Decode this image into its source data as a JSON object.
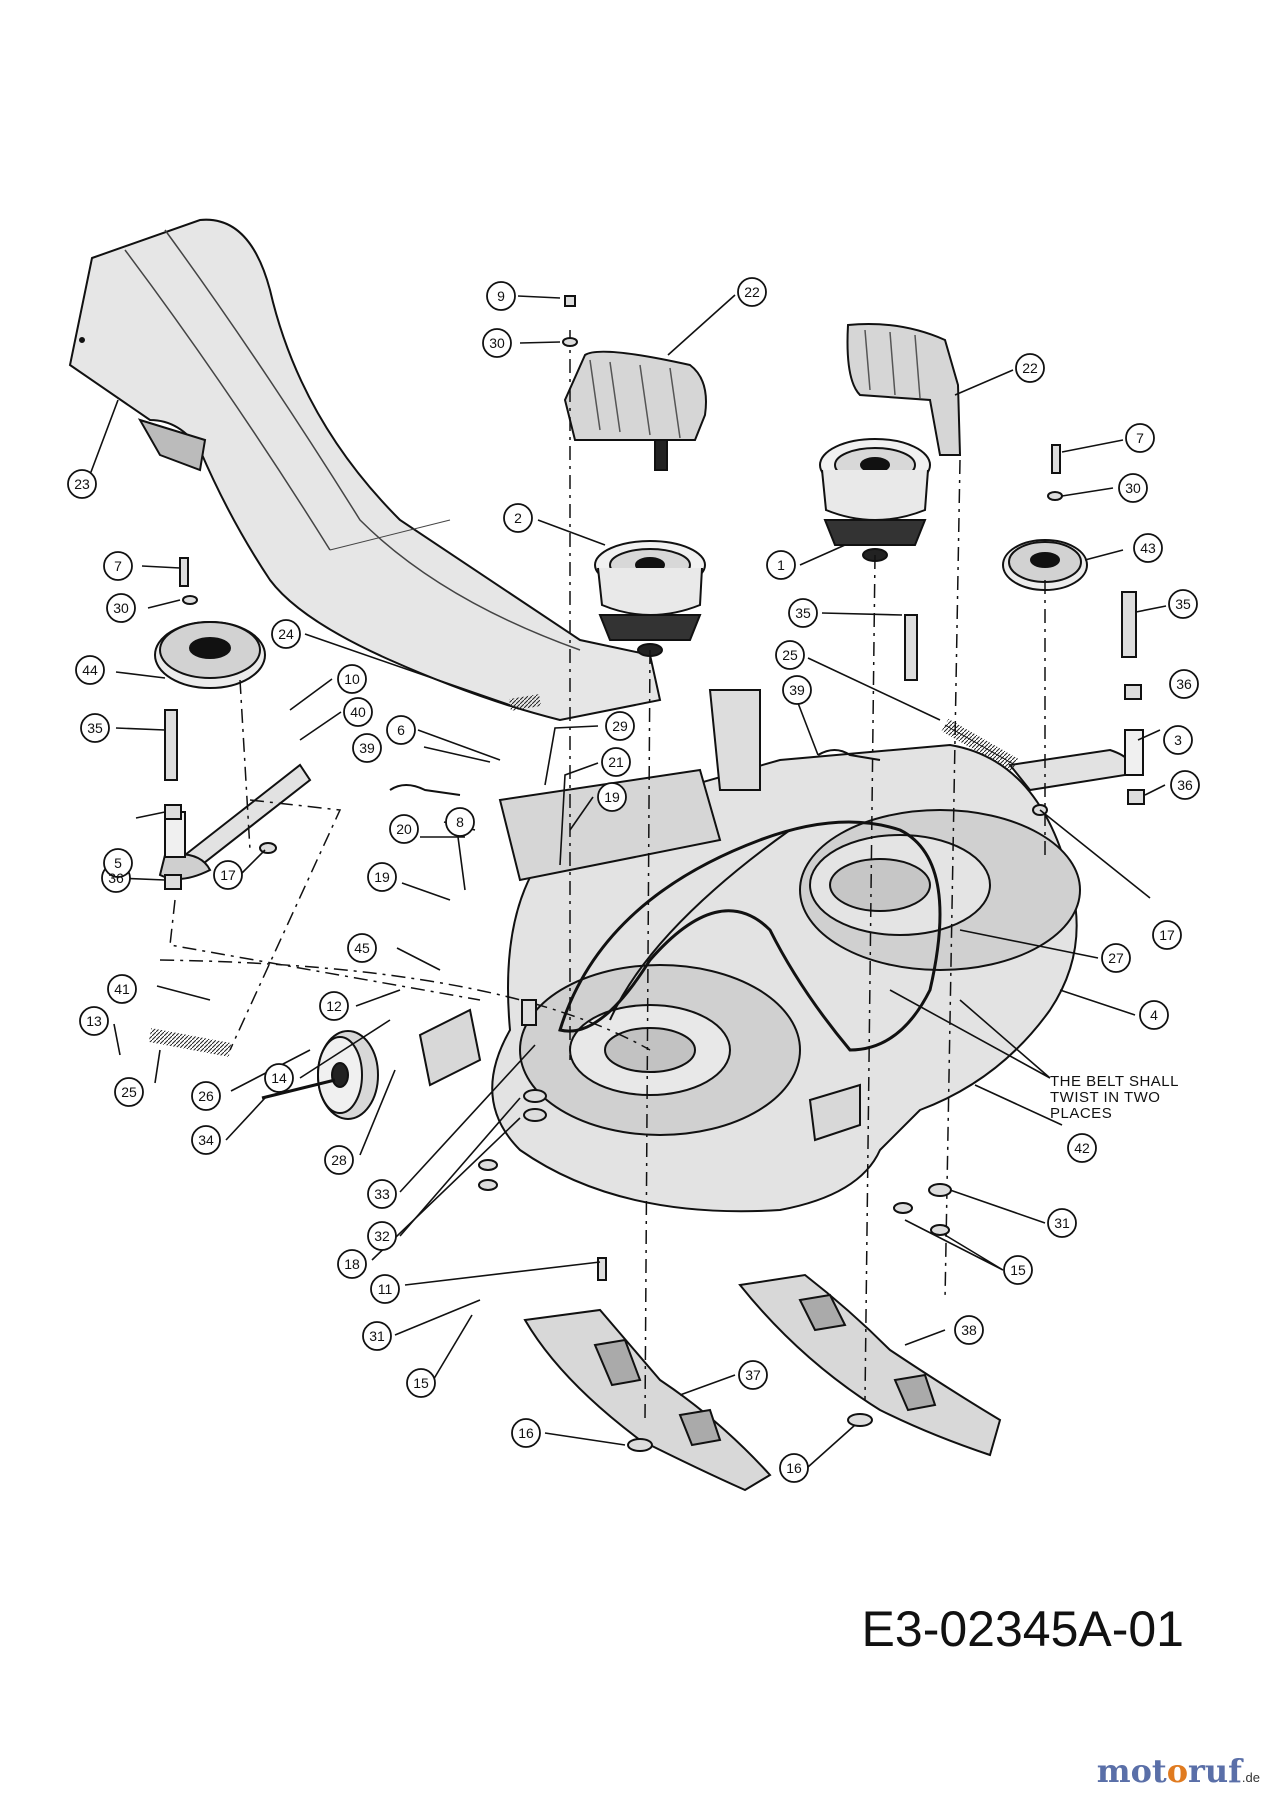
{
  "callouts": [
    {
      "id": "c9",
      "label": "9"
    },
    {
      "id": "c22a",
      "label": "22"
    },
    {
      "id": "c30a",
      "label": "30"
    },
    {
      "id": "c22b",
      "label": "22"
    },
    {
      "id": "c7a",
      "label": "7"
    },
    {
      "id": "c30b",
      "label": "30"
    },
    {
      "id": "c43",
      "label": "43"
    },
    {
      "id": "c23",
      "label": "23"
    },
    {
      "id": "c2",
      "label": "2"
    },
    {
      "id": "c1",
      "label": "1"
    },
    {
      "id": "c7b",
      "label": "7"
    },
    {
      "id": "c30c",
      "label": "30"
    },
    {
      "id": "c44",
      "label": "44"
    },
    {
      "id": "c24",
      "label": "24"
    },
    {
      "id": "c35a",
      "label": "35"
    },
    {
      "id": "c35b",
      "label": "35"
    },
    {
      "id": "c35c",
      "label": "35"
    },
    {
      "id": "c36a",
      "label": "36"
    },
    {
      "id": "c10",
      "label": "10"
    },
    {
      "id": "c40",
      "label": "40"
    },
    {
      "id": "c6",
      "label": "6"
    },
    {
      "id": "c29",
      "label": "29"
    },
    {
      "id": "c25a",
      "label": "25"
    },
    {
      "id": "c39a",
      "label": "39"
    },
    {
      "id": "c39b",
      "label": "39"
    },
    {
      "id": "c3",
      "label": "3"
    },
    {
      "id": "c21",
      "label": "21"
    },
    {
      "id": "c36b",
      "label": "36"
    },
    {
      "id": "c36c",
      "label": "36"
    },
    {
      "id": "c19a",
      "label": "19"
    },
    {
      "id": "c20",
      "label": "20"
    },
    {
      "id": "c5",
      "label": "5"
    },
    {
      "id": "c8",
      "label": "8"
    },
    {
      "id": "c17a",
      "label": "17"
    },
    {
      "id": "c36d",
      "label": "36"
    },
    {
      "id": "c19b",
      "label": "19"
    },
    {
      "id": "c17b",
      "label": "17"
    },
    {
      "id": "c45",
      "label": "45"
    },
    {
      "id": "c27",
      "label": "27"
    },
    {
      "id": "c41",
      "label": "41"
    },
    {
      "id": "c12",
      "label": "12"
    },
    {
      "id": "c4",
      "label": "4"
    },
    {
      "id": "c13",
      "label": "13"
    },
    {
      "id": "c14",
      "label": "14"
    },
    {
      "id": "c25b",
      "label": "25"
    },
    {
      "id": "c26",
      "label": "26"
    },
    {
      "id": "c42",
      "label": "42"
    },
    {
      "id": "c34",
      "label": "34"
    },
    {
      "id": "c28",
      "label": "28"
    },
    {
      "id": "c33",
      "label": "33"
    },
    {
      "id": "c31a",
      "label": "31"
    },
    {
      "id": "c32",
      "label": "32"
    },
    {
      "id": "c18",
      "label": "18"
    },
    {
      "id": "c15a",
      "label": "15"
    },
    {
      "id": "c11",
      "label": "11"
    },
    {
      "id": "c38",
      "label": "38"
    },
    {
      "id": "c31b",
      "label": "31"
    },
    {
      "id": "c15b",
      "label": "15"
    },
    {
      "id": "c37",
      "label": "37"
    },
    {
      "id": "c16a",
      "label": "16"
    },
    {
      "id": "c16b",
      "label": "16"
    }
  ],
  "note": {
    "line1": "THE BELT SHALL",
    "line2": "TWIST IN TWO",
    "line3": "PLACES"
  },
  "drawing_code": "E3-02345A-01",
  "watermark": {
    "part1": "mot",
    "part2": "o",
    "part3": "ruf",
    "suffix": ".de"
  }
}
